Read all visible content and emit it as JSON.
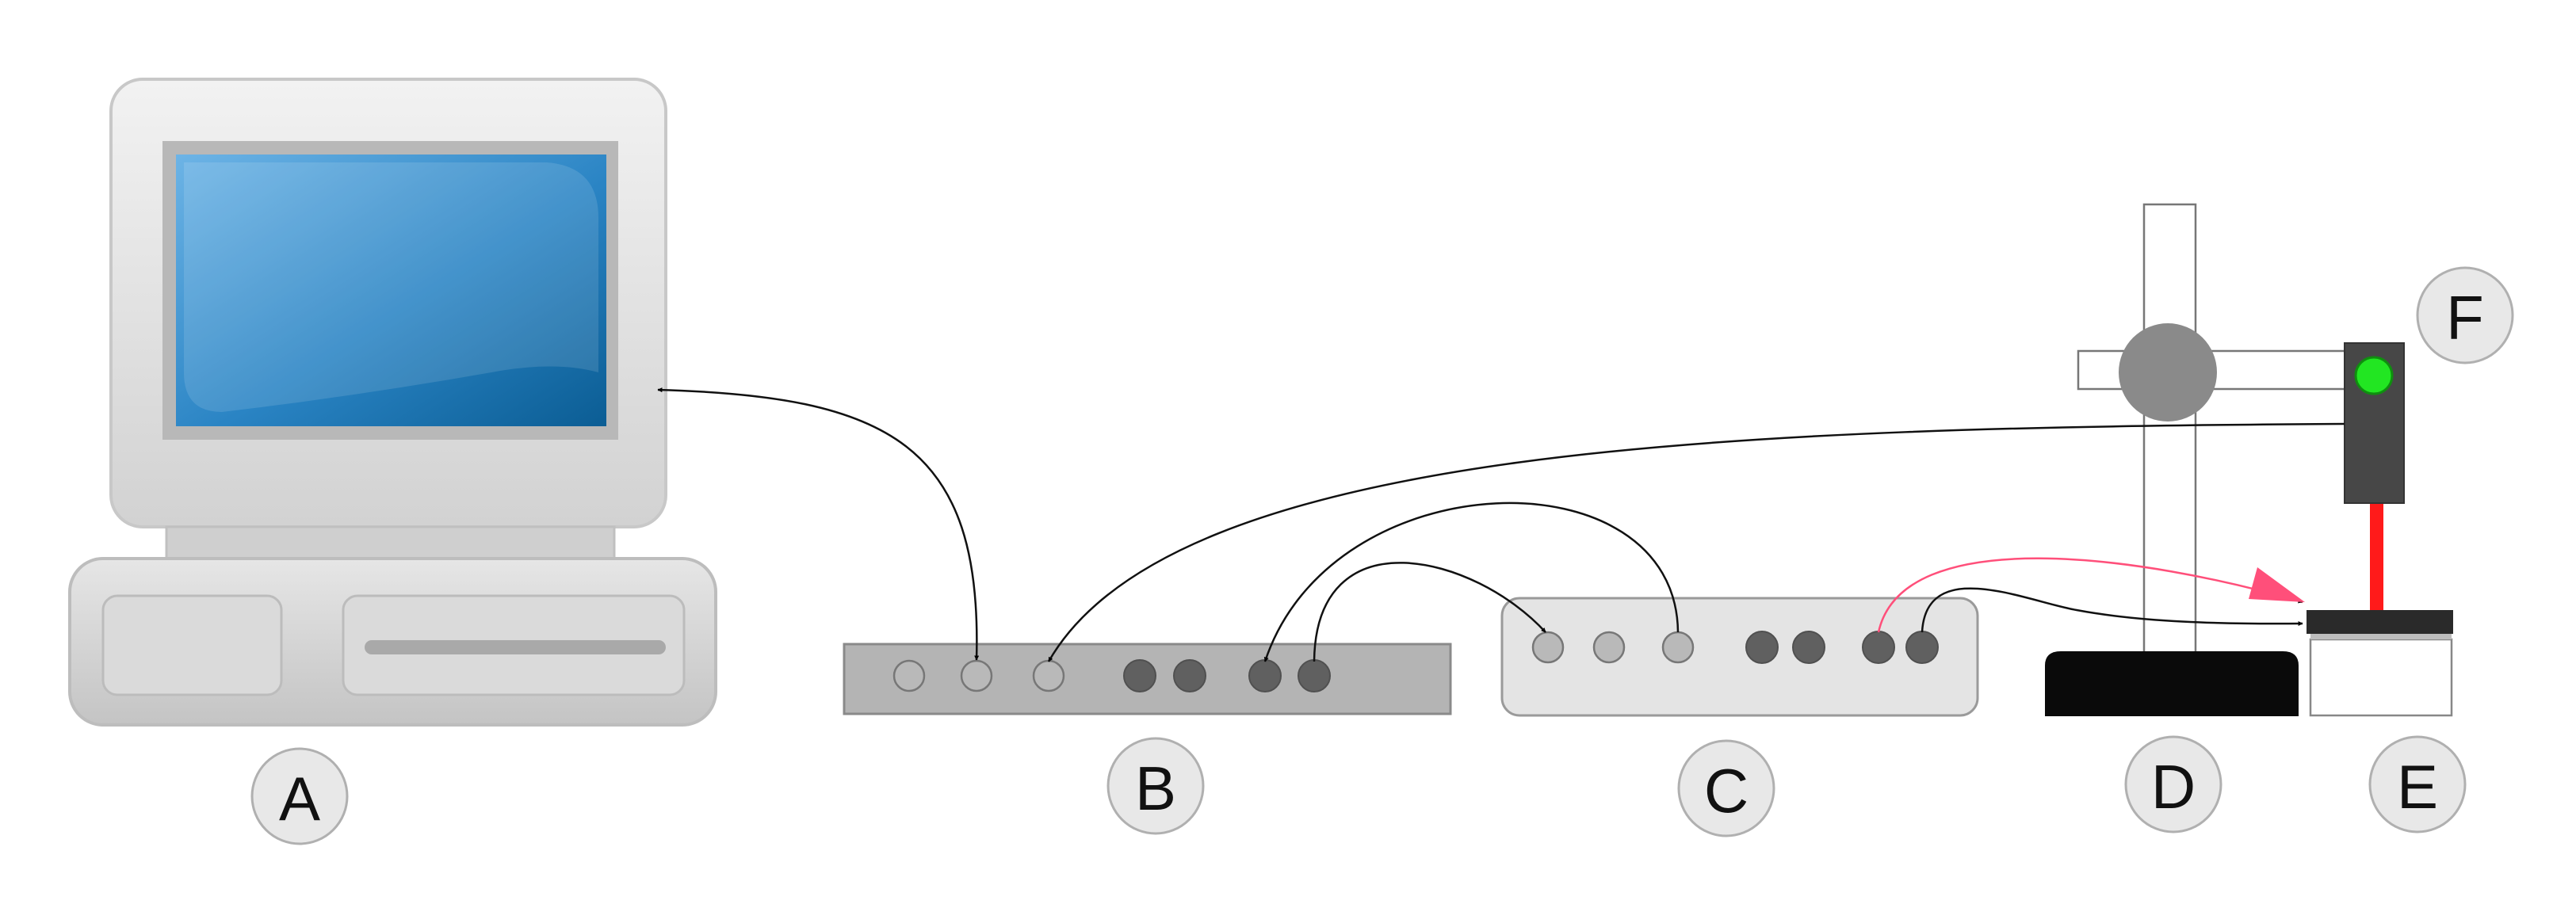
{
  "labels": {
    "computer": "A",
    "interface_box": "B",
    "amplifier": "C",
    "base_block": "D",
    "sample_holder": "E",
    "laser_unit": "F"
  },
  "colors": {
    "screen_blue_light": "#6db4e6",
    "screen_blue_dark": "#0b5d94",
    "case_gray": "#dcdcdc",
    "box_b_gray": "#b4b4b4",
    "box_c_gray": "#e4e4e4",
    "port_dark": "#606060",
    "laser_green": "#22e622",
    "laser_beam_red": "#ff1a1a",
    "signal_pink": "#ff4f7a",
    "base_black": "#0a0a0a"
  },
  "icons": [
    "desktop-computer-icon",
    "arrow-head-icon"
  ]
}
